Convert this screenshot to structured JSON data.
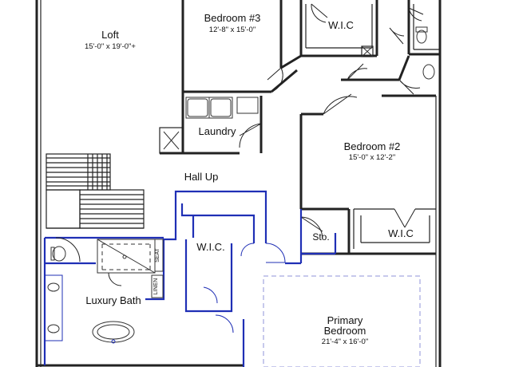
{
  "rooms": {
    "loft": {
      "name": "Loft",
      "dims": "15'-0\" x 19'-0\"+"
    },
    "bedroom3": {
      "name": "Bedroom #3",
      "dims": "12'-8\" x 15'-0\""
    },
    "wic_top": {
      "name": "W.I.C"
    },
    "laundry": {
      "name": "Laundry"
    },
    "bedroom2": {
      "name": "Bedroom #2",
      "dims": "15'-0\" x 12'-2\""
    },
    "hall": {
      "name": "Hall Up"
    },
    "wic_primary": {
      "name": "W.I.C."
    },
    "storage": {
      "name": "Sto."
    },
    "wic_right": {
      "name": "W.I.C"
    },
    "luxury_bath": {
      "name": "Luxury Bath"
    },
    "primary": {
      "name_line1": "Primary",
      "name_line2": "Bedroom",
      "dims": "21'-4\" x 16'-0\""
    }
  },
  "fixtures": {
    "seat": "SEAT",
    "linen": "LINEN"
  },
  "colors": {
    "wall": "#222222",
    "primary_suite_wall": "#1f2fb5",
    "ceiling_dash": "#8f93d8"
  }
}
